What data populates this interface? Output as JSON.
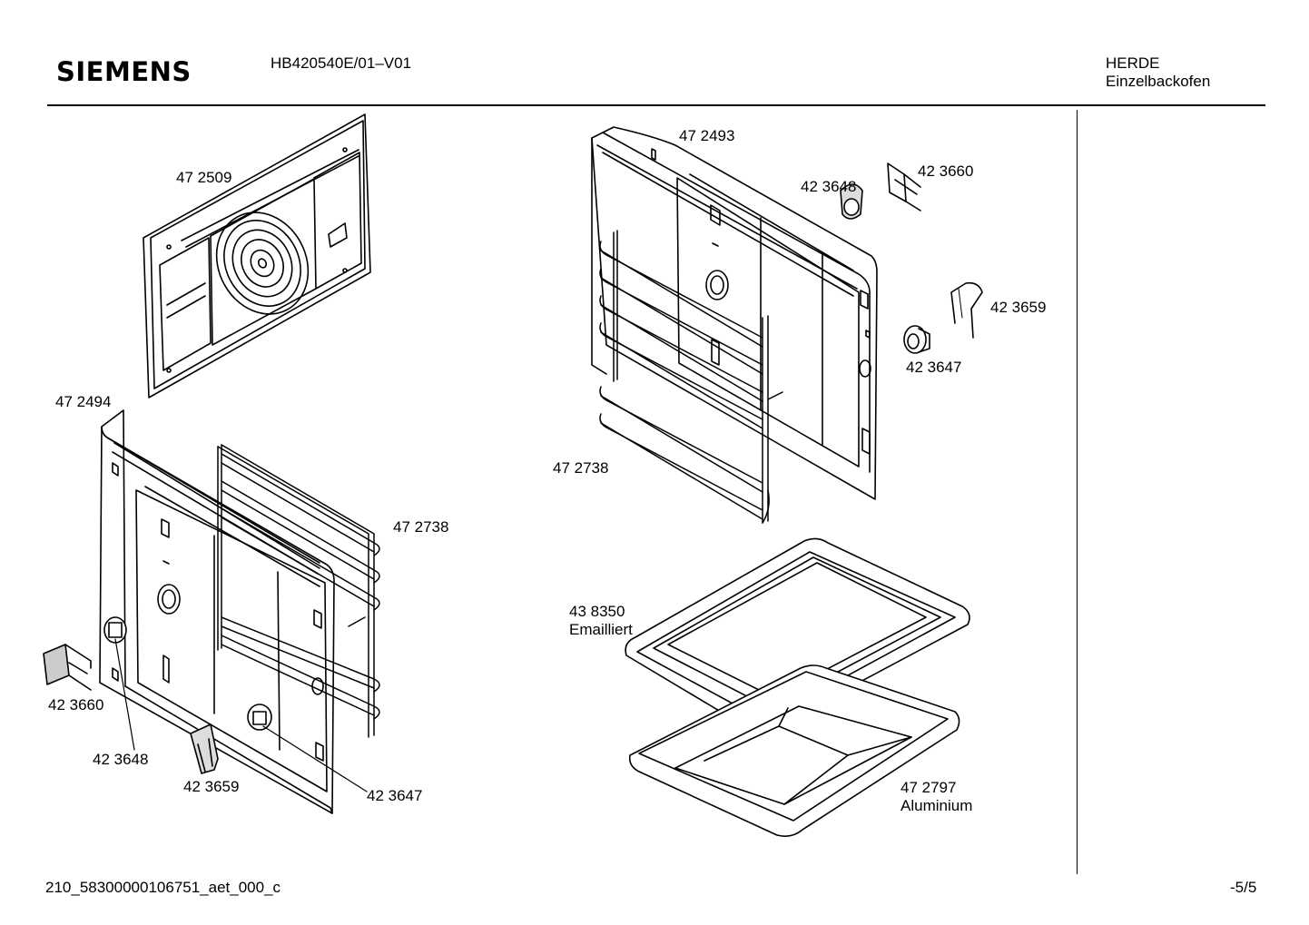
{
  "header": {
    "brand": "SIEMENS",
    "model": "HB420540E/01–V01",
    "category": "HERDE",
    "subcategory": "Einzelbackofen"
  },
  "footer": {
    "doc_id": "210_58300000106751_aet_000_c",
    "page": "-5/5"
  },
  "parts": [
    {
      "id": "p1",
      "number": "47 2509"
    },
    {
      "id": "p2",
      "number": "47 2494"
    },
    {
      "id": "p3",
      "number": "47 2738"
    },
    {
      "id": "p4",
      "number": "42 3660"
    },
    {
      "id": "p5",
      "number": "42 3648"
    },
    {
      "id": "p6",
      "number": "42 3659"
    },
    {
      "id": "p7",
      "number": "42 3647"
    },
    {
      "id": "p8",
      "number": "47 2493"
    },
    {
      "id": "p9",
      "number": "42 3648"
    },
    {
      "id": "p10",
      "number": "42 3660"
    },
    {
      "id": "p11",
      "number": "42 3659"
    },
    {
      "id": "p12",
      "number": "42 3647"
    },
    {
      "id": "p13",
      "number": "47 2738"
    },
    {
      "id": "p14",
      "number": "43 8350",
      "note": "Emailliert"
    },
    {
      "id": "p15",
      "number": "47 2797",
      "note": "Aluminium"
    }
  ]
}
